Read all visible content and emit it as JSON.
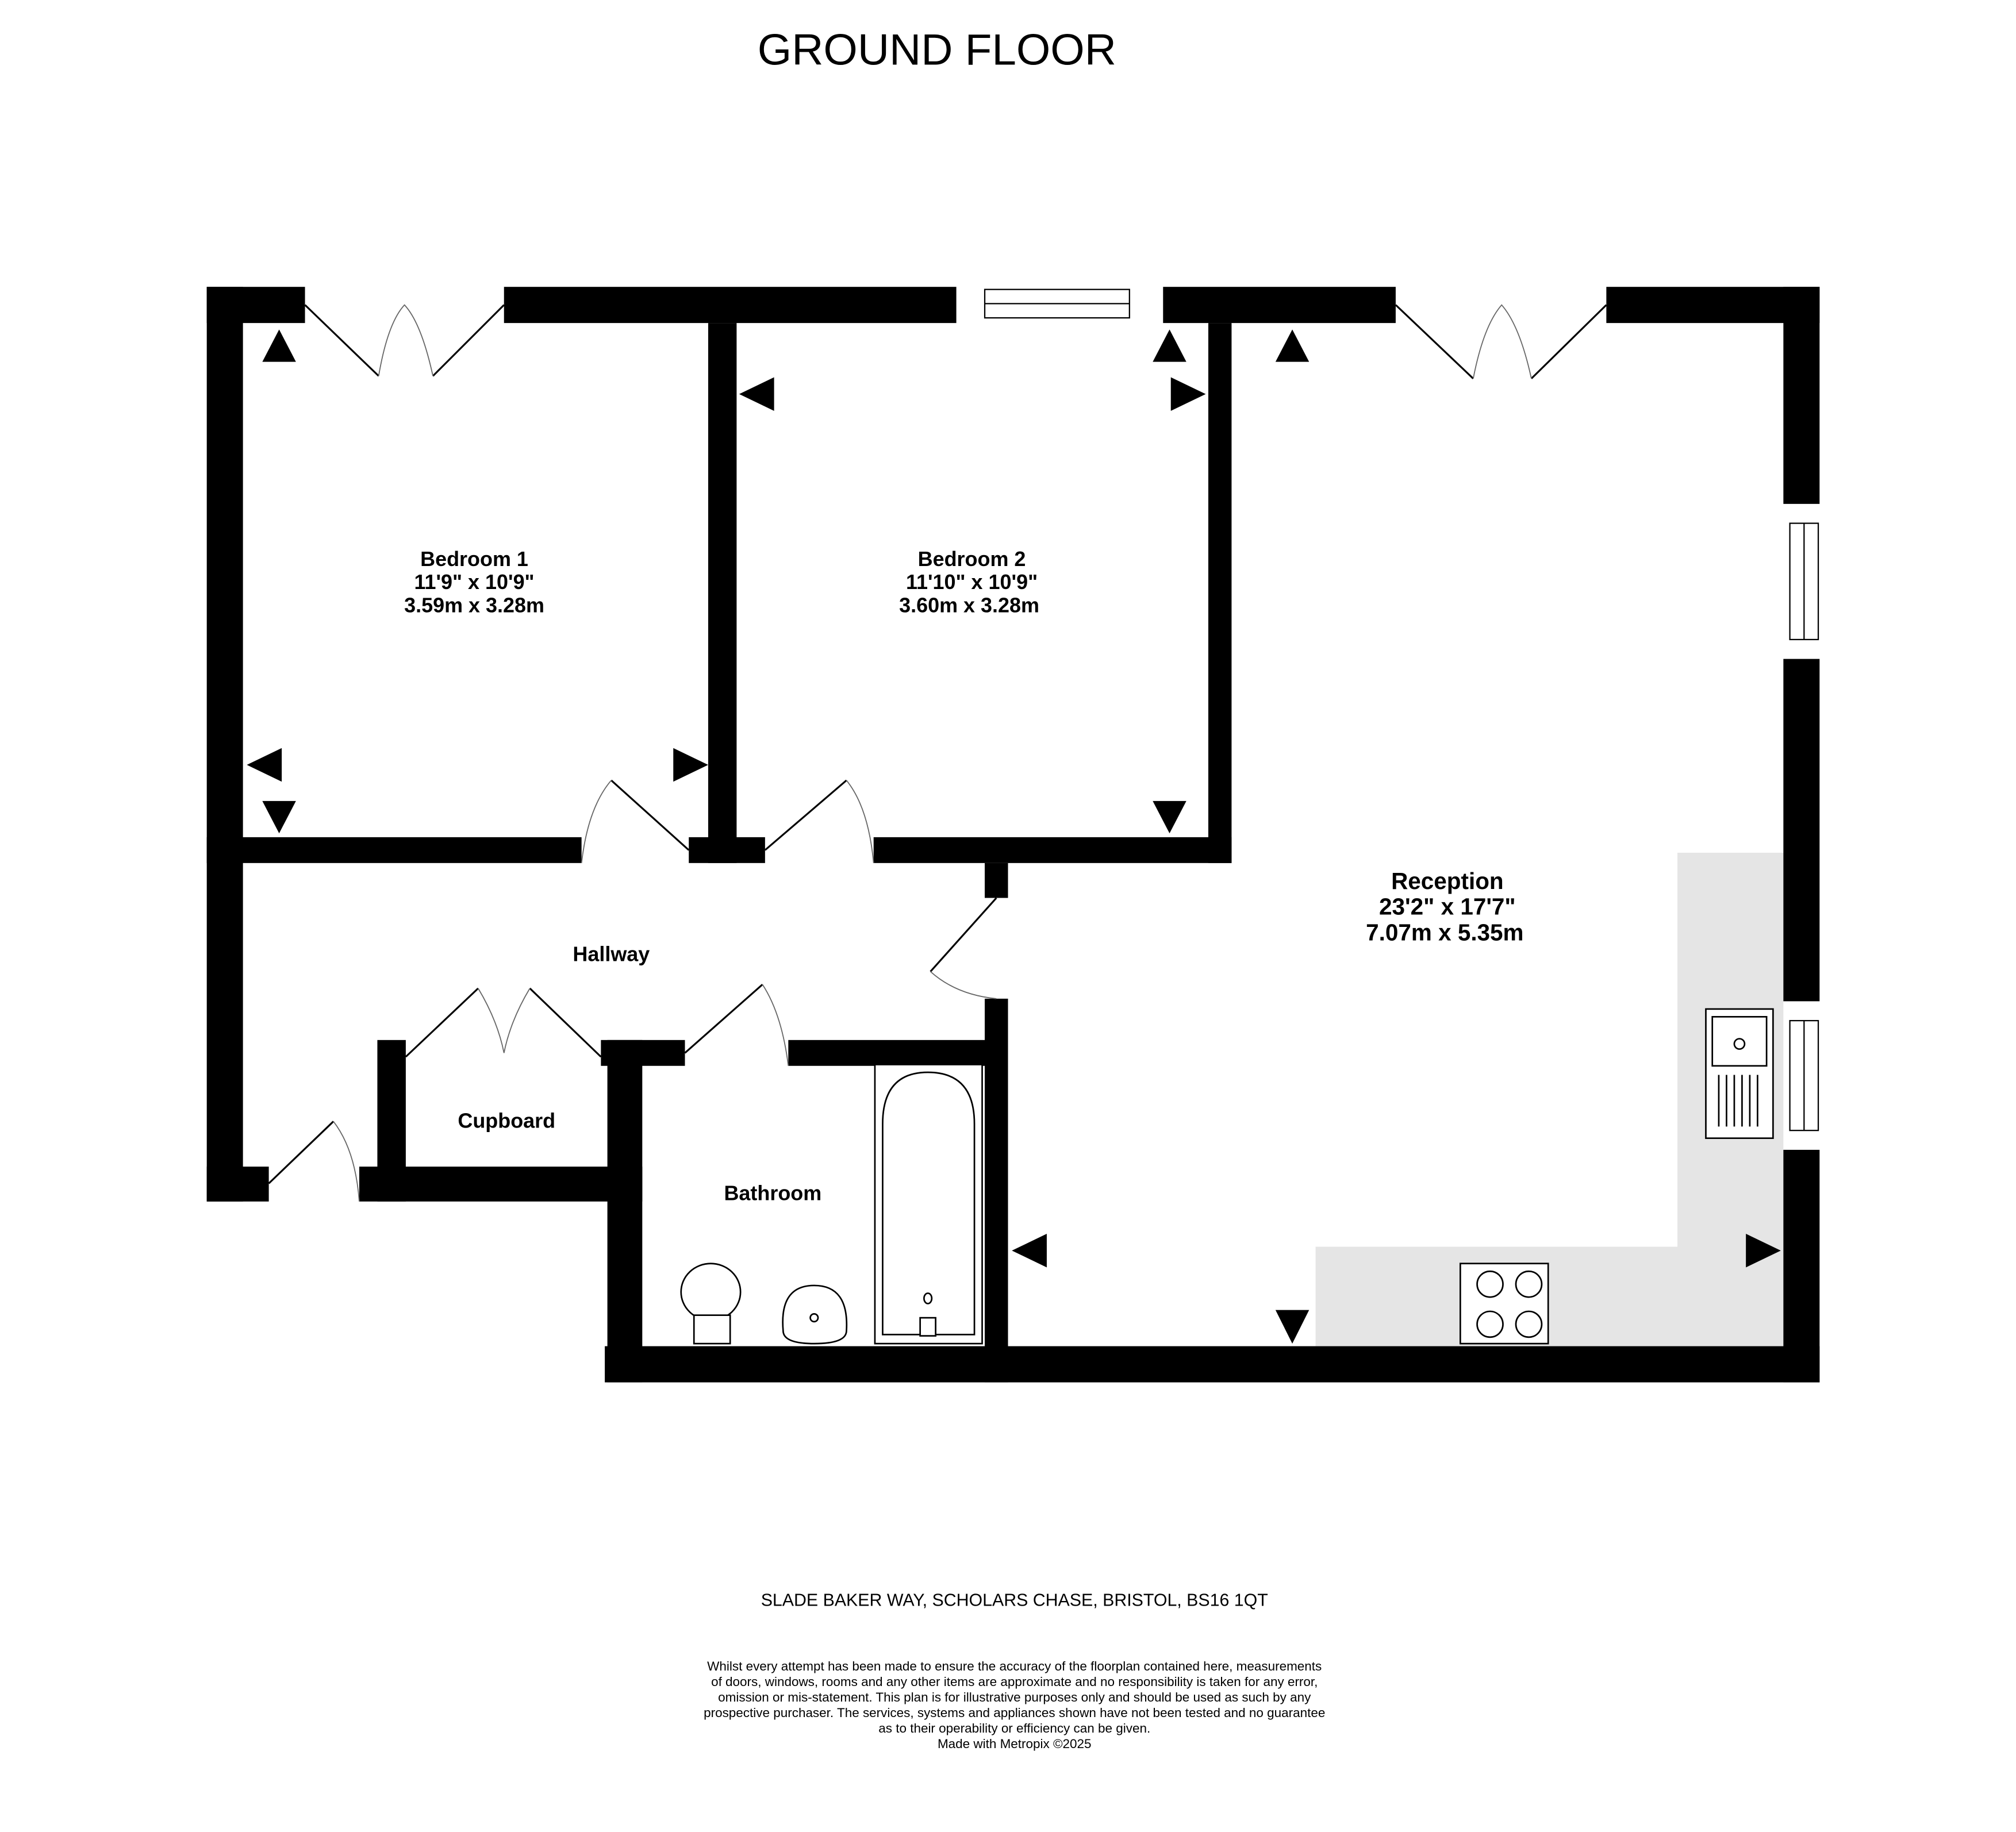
{
  "title": "GROUND FLOOR",
  "rooms": {
    "bedroom1": {
      "name": "Bedroom 1",
      "imperial": "11'9\"  x 10'9\"",
      "metric": "3.59m  x 3.28m"
    },
    "bedroom2": {
      "name": "Bedroom 2",
      "imperial": "11'10\"  x 10'9\"",
      "metric": "3.60m  x 3.28m"
    },
    "reception": {
      "name": "Reception",
      "imperial": "23'2\"  x 17'7\"",
      "metric": "7.07m  x 5.35m"
    },
    "hallway": {
      "name": "Hallway"
    },
    "cupboard": {
      "name": "Cupboard"
    },
    "bathroom": {
      "name": "Bathroom"
    }
  },
  "address": "SLADE BAKER WAY, SCHOLARS CHASE, BRISTOL, BS16 1QT",
  "disclaimer": [
    "Whilst every attempt has been made to ensure the accuracy of the floorplan contained here, measurements",
    "of doors, windows, rooms and any other items are approximate and no responsibility is taken for any error,",
    "omission or mis-statement. This plan is for illustrative purposes only and should be used as such by any",
    "prospective purchaser. The services, systems and appliances shown have not been tested and no guarantee",
    "as to their operability or efficiency can be given.",
    "Made with Metropix ©2025"
  ],
  "colors": {
    "wall": "#000000",
    "kitchen": "#e5e5e5"
  }
}
